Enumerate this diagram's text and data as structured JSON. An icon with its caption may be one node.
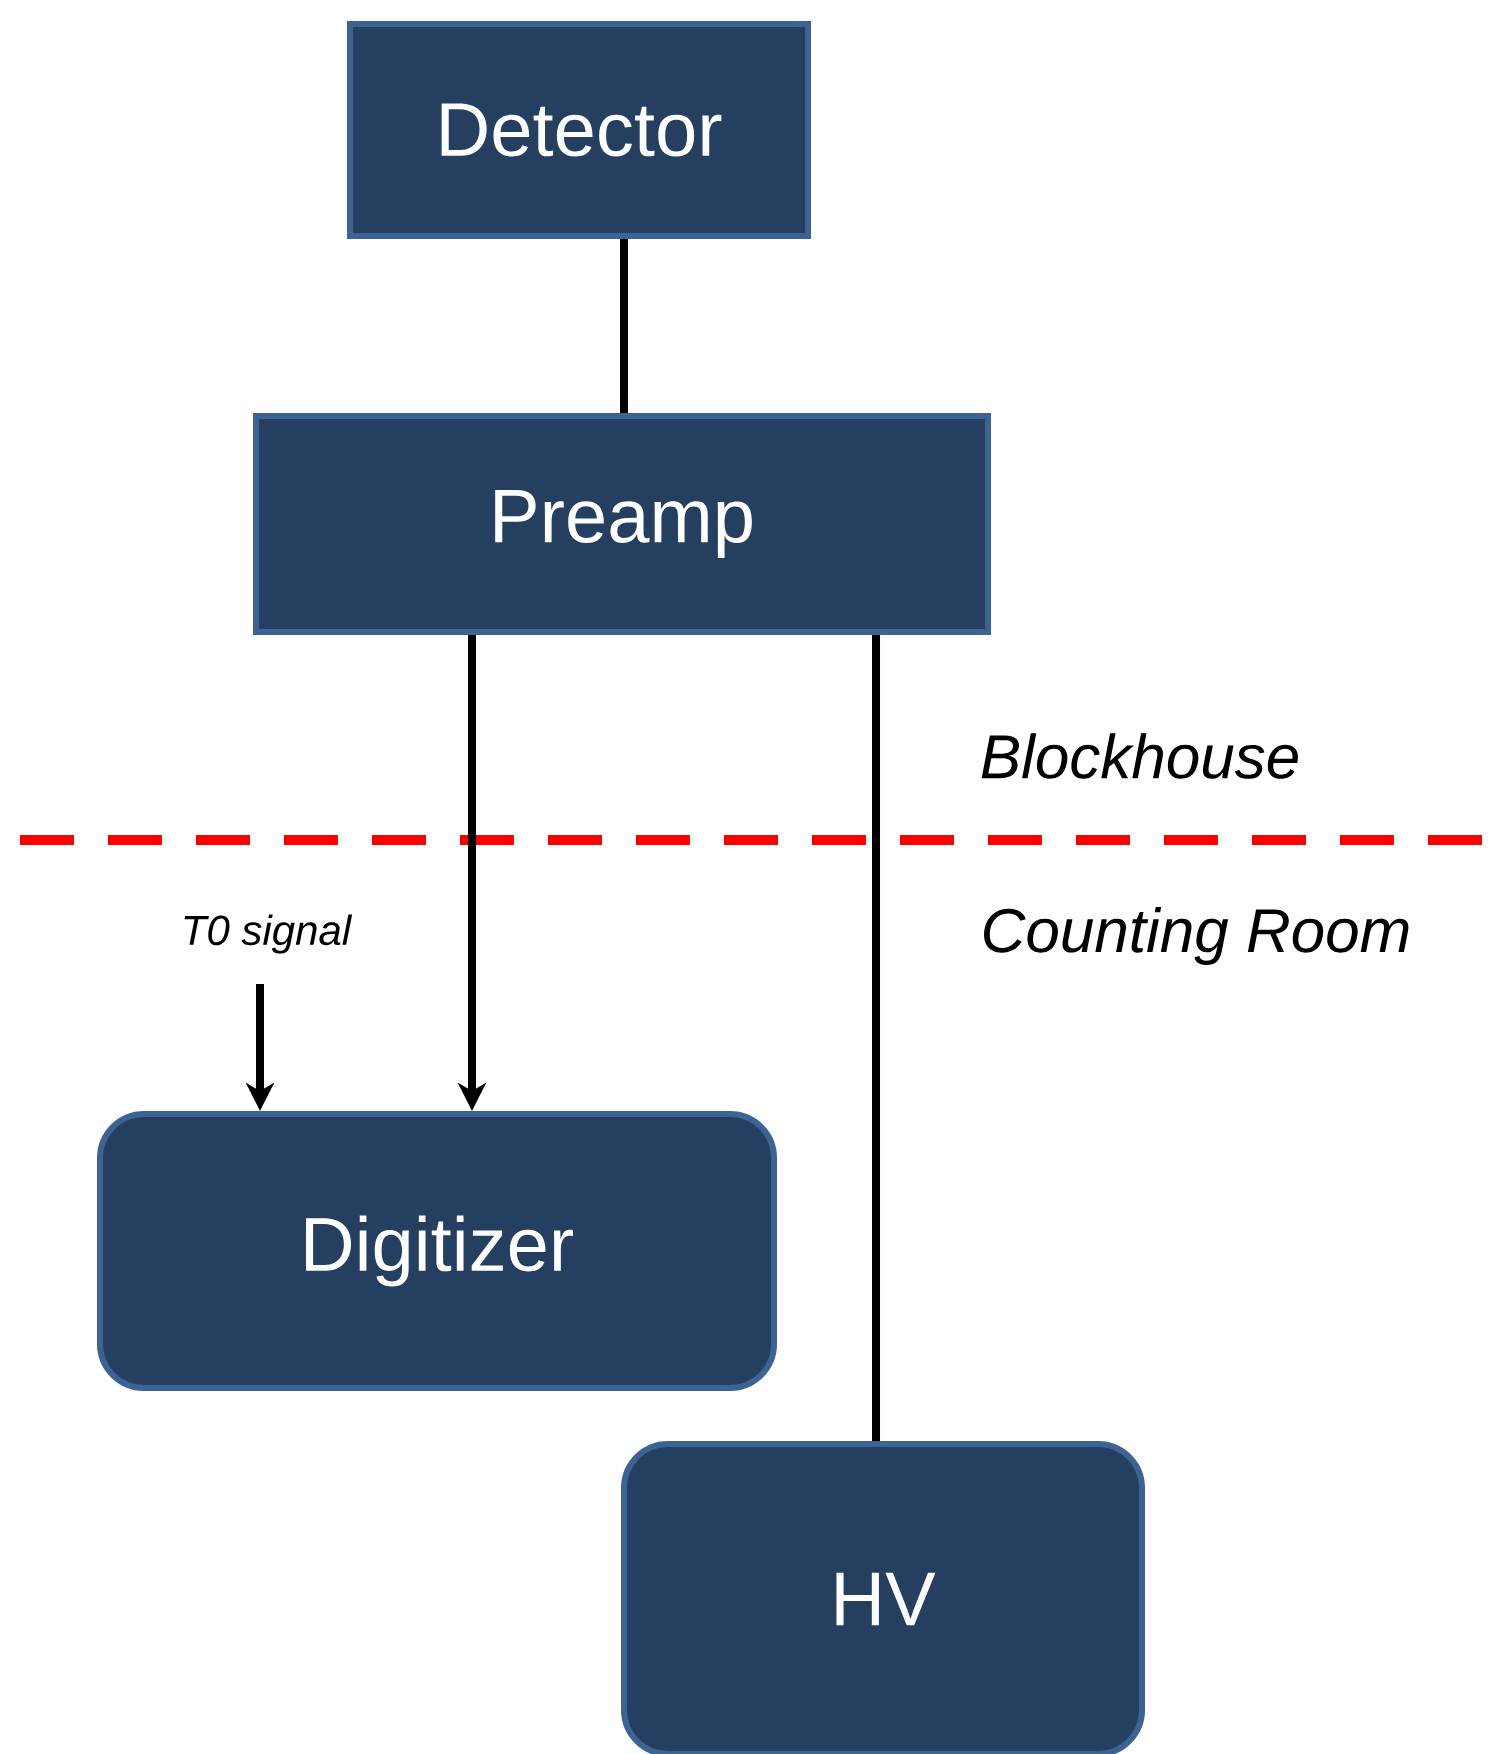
{
  "diagram": {
    "nodes": [
      {
        "text": [
          "Detector"
        ]
      },
      {
        "text": [
          "Preamp"
        ]
      },
      {
        "text": [
          "T0 signal"
        ]
      },
      {
        "text": [
          "Digitizer"
        ]
      },
      {
        "text": [
          "HV"
        ]
      }
    ],
    "edges": [
      {
        "from": 0,
        "to": 1,
        "arrow": "none"
      },
      {
        "from": 1,
        "to": 3,
        "arrow": "to"
      },
      {
        "from": 2,
        "to": 3,
        "arrow": "to"
      },
      {
        "from": 1,
        "to": 4,
        "arrow": "none"
      }
    ],
    "labels": [
      "Blockhouse",
      "Counting Room"
    ]
  }
}
